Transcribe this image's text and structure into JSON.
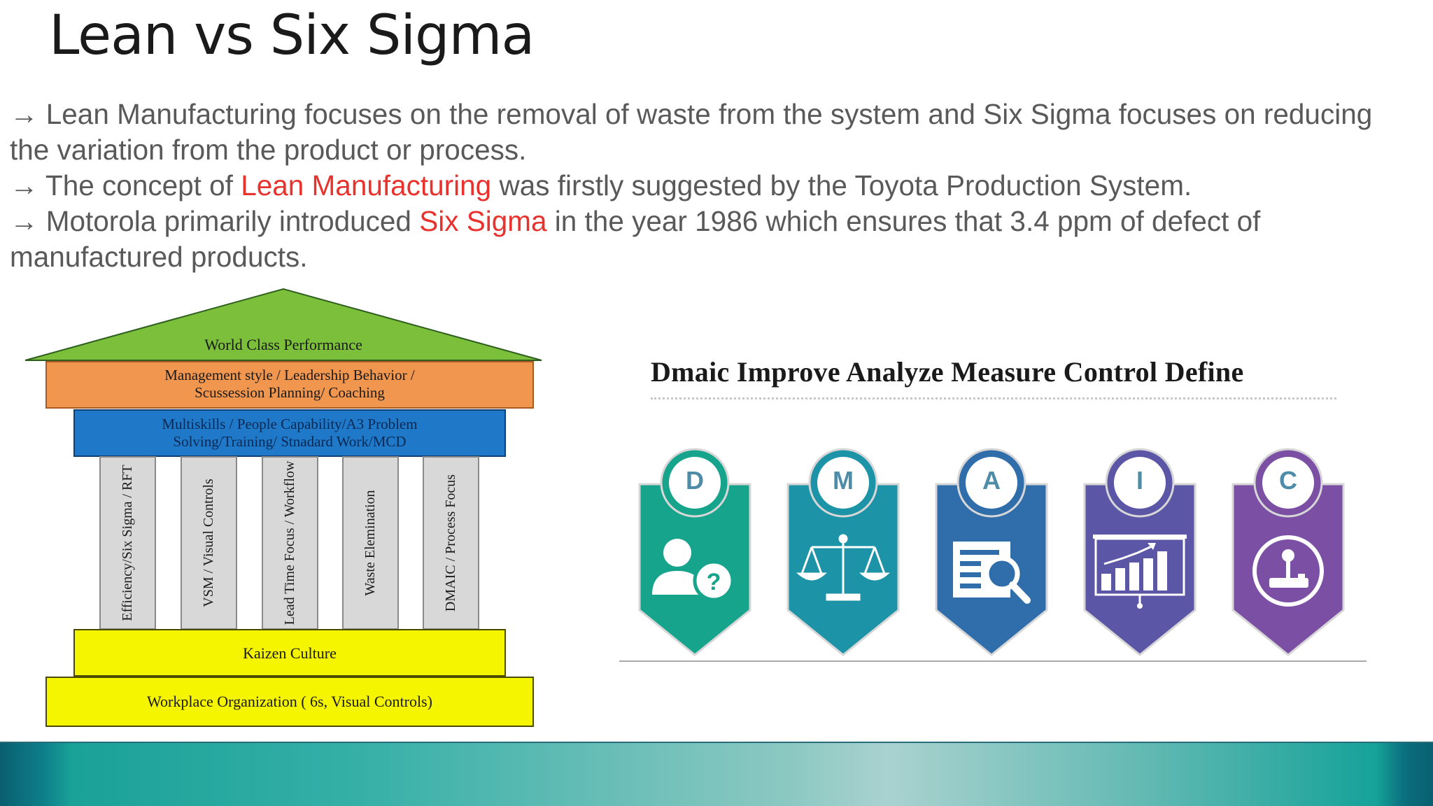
{
  "slide": {
    "title": "Lean vs Six Sigma",
    "bullets": [
      {
        "arrow": "→",
        "pre": " Lean Manufacturing focuses on the removal of waste from the system and Six Sigma focuses on reducing the variation from the product or process.",
        "highlight": "",
        "post": ""
      },
      {
        "arrow": "→",
        "pre": " The concept of ",
        "highlight": "Lean Manufacturing",
        "post": " was firstly suggested by the Toyota Production System."
      },
      {
        "arrow": "→",
        "pre": " Motorola primarily introduced ",
        "highlight": "Six Sigma",
        "post": " in the year 1986 which ensures that 3.4 ppm of defect of manufactured products."
      }
    ]
  },
  "temple": {
    "roof": "World Class Performance",
    "band1": [
      "Management style / Leadership Behavior /",
      "Scussession Planning/ Coaching"
    ],
    "band2": [
      "Multiskills / People Capability/A3 Problem",
      "Solving/Training/ Stnadard Work/MCD"
    ],
    "pillars": [
      "Efficiency/Six Sigma / RFT",
      "VSM / Visual Controls",
      "Lead Time Focus / Workflow",
      "Waste Elemination",
      "DMAIC / Process Focus"
    ],
    "base1": "Kaizen Culture",
    "base2": "Workplace Organization ( 6s, Visual Controls)"
  },
  "dmaic": {
    "heading": "Dmaic Improve Analyze Measure Control Define",
    "steps": [
      {
        "letter": "D",
        "color": "#17a48d",
        "icon": "user-question-icon"
      },
      {
        "letter": "M",
        "color": "#1c93a6",
        "icon": "balance-scale-icon"
      },
      {
        "letter": "A",
        "color": "#2f6eab",
        "icon": "document-search-icon"
      },
      {
        "letter": "I",
        "color": "#5b56a6",
        "icon": "growth-chart-icon"
      },
      {
        "letter": "C",
        "color": "#7a4fa4",
        "icon": "joystick-icon"
      }
    ]
  },
  "colors": {
    "roof": "#7bbf3a",
    "band1": "#f0964e",
    "band2": "#1f78c8",
    "pillar": "#d8d8d8",
    "base": "#f5f500",
    "highlight": "#e8322d"
  }
}
